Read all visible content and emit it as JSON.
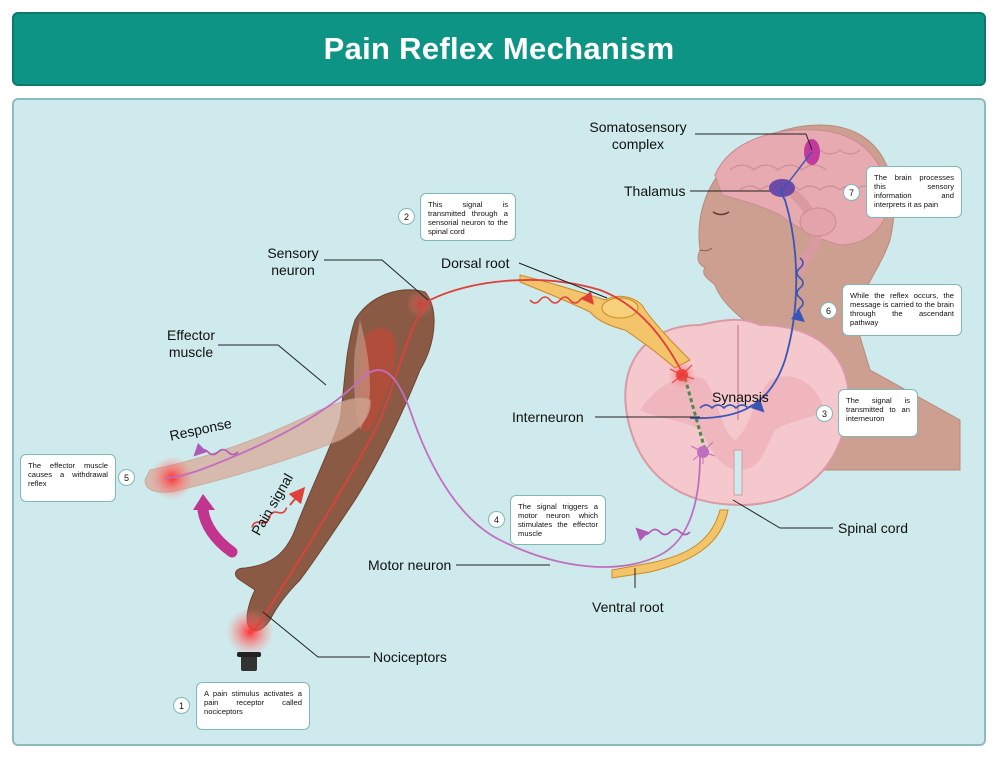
{
  "title": "Pain Reflex Mechanism",
  "labels": {
    "somatosensory": [
      "Somatosensory",
      "complex"
    ],
    "thalamus": "Thalamus",
    "sensory_neuron": [
      "Sensory",
      "neuron"
    ],
    "dorsal_root": "Dorsal root",
    "effector_muscle": [
      "Effector",
      "muscle"
    ],
    "interneuron": "Interneuron",
    "synapsis": "Synapsis",
    "response": "Response",
    "pain_signal": "Pain signal",
    "motor_neuron": "Motor neuron",
    "spinal_cord": "Spinal cord",
    "ventral_root": "Ventral root",
    "nociceptors": "Nociceptors"
  },
  "steps": [
    {
      "num": "1",
      "text": "A pain stimulus activates a pain receptor called nociceptors"
    },
    {
      "num": "2",
      "text": "This signal is transmitted through a sensorial neuron to the spinal cord"
    },
    {
      "num": "3",
      "text": "The signal is transmitted to an interneuron"
    },
    {
      "num": "4",
      "text": "The signal triggers a motor neuron which stimulates the effector muscle"
    },
    {
      "num": "5",
      "text": "The effector muscle causes a withdrawal reflex"
    },
    {
      "num": "6",
      "text": "While the reflex occurs, the message is carried to the brain through the ascendant pathway"
    },
    {
      "num": "7",
      "text": "The brain processes this sensory information and interprets it as pain"
    }
  ],
  "colors": {
    "header": "#0e9484",
    "panel": "#cfeaec",
    "sensory_path": "#e0403a",
    "motor_path": "#c06fc0",
    "ascending_path": "#3a55b8",
    "spinal_cord": "#f4c8cc",
    "dorsal_root": "#f3c46a",
    "response_arrow": "#c2358e"
  }
}
